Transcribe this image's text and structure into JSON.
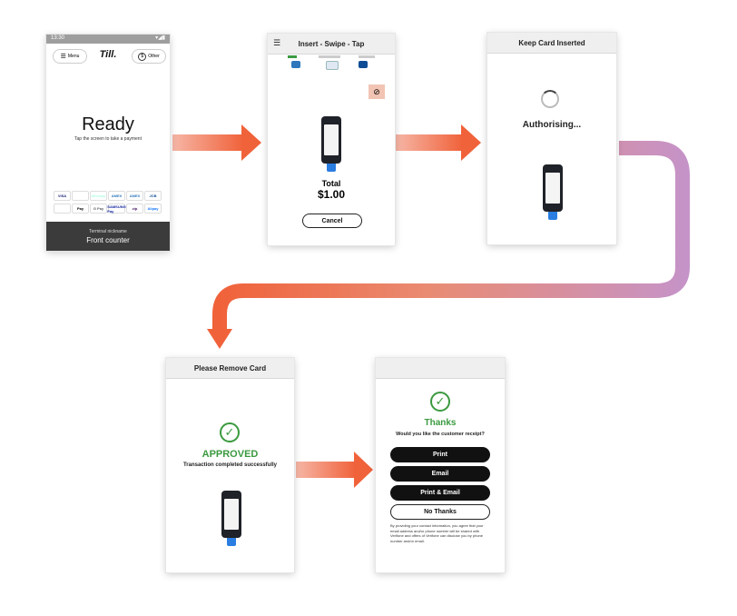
{
  "screen1": {
    "status_time": "13:30",
    "menu_label": "Menu",
    "logo_text": "Till.",
    "other_label": "Other",
    "ready_title": "Ready",
    "ready_subtitle": "Tap the screen to take a payment",
    "terminal_label": "Terminal nickname",
    "terminal_name": "Front counter",
    "payment_logos": [
      {
        "icon": "visa-logo",
        "text": "VISA",
        "color": "#1a1f71"
      },
      {
        "icon": "mastercard-logo",
        "text": "",
        "color": "#eb001b"
      },
      {
        "icon": "afterpay-logo",
        "text": "afterpay",
        "color": "#b2fce4"
      },
      {
        "icon": "amex-logo",
        "text": "AMEX",
        "color": "#2e77bc"
      },
      {
        "icon": "amex-logo-2",
        "text": "AMEX",
        "color": "#2e77bc"
      },
      {
        "icon": "jcb-logo",
        "text": "JCB",
        "color": "#0e4c96"
      },
      {
        "icon": "unionpay-logo",
        "text": "",
        "color": "#d10429"
      },
      {
        "icon": "apple-pay-logo",
        "text": "Pay",
        "color": "#000000"
      },
      {
        "icon": "google-pay-logo",
        "text": "G Pay",
        "color": "#5f6368"
      },
      {
        "icon": "samsung-pay-logo",
        "text": "SAMSUNG Pay",
        "color": "#1428a0"
      },
      {
        "icon": "zip-logo",
        "text": "zip",
        "color": "#411361"
      },
      {
        "icon": "alipay-logo",
        "text": "Alipay",
        "color": "#1677ff"
      }
    ]
  },
  "screen2": {
    "title": "Insert - Swipe - Tap",
    "total_label": "Total",
    "total_amount": "$1.00",
    "cancel_label": "Cancel"
  },
  "screen3": {
    "title": "Keep Card Inserted",
    "status_text": "Authorising..."
  },
  "screen4": {
    "title": "Please Remove Card",
    "approved_text": "APPROVED",
    "message": "Transaction completed successfully"
  },
  "screen5": {
    "title": "",
    "thanks_text": "Thanks",
    "question": "Would you like the customer receipt?",
    "buttons": [
      "Print",
      "Email",
      "Print & Email"
    ],
    "no_thanks_label": "No Thanks",
    "disclaimer": "By providing your contact information, you agree that your email address and/or phone number will be shared with Verifone and offers of Verifone can disclose you by phone number and/or email."
  },
  "colors": {
    "arrow_orange": "#f0623a",
    "arrow_purple": "#c593c9",
    "approved_green": "#3a9a3f",
    "footer_dark": "#3b3b3b"
  }
}
